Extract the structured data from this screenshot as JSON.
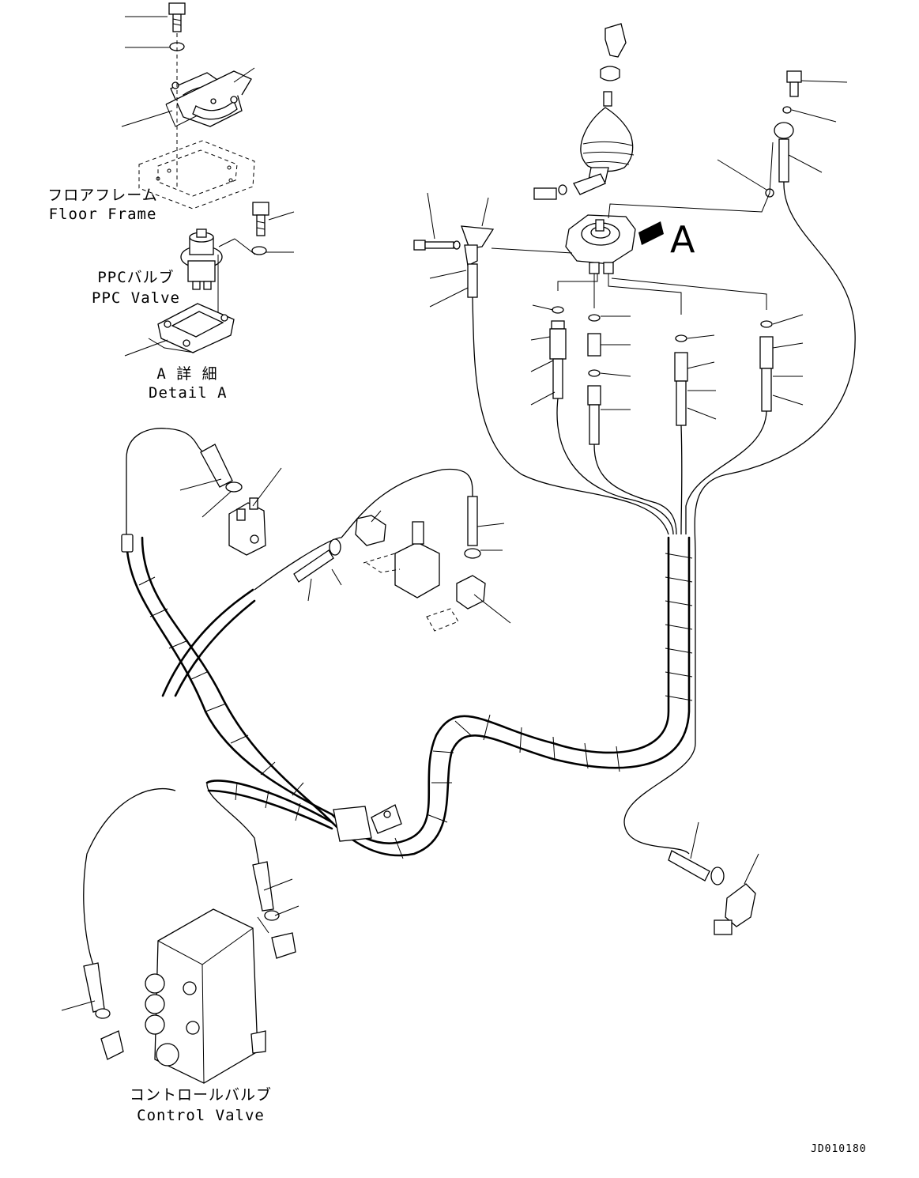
{
  "labels": {
    "floor_frame_jp": "フロアフレーム",
    "floor_frame_en": "Floor Frame",
    "ppc_valve_jp": "PPCバルブ",
    "ppc_valve_en": "PPC Valve",
    "detail_a_jp": "A 詳 細",
    "detail_a_en": "Detail A",
    "view_a": "A",
    "control_valve_jp": "コントロールバルブ",
    "control_valve_en": "Control Valve",
    "drawing_code": "JD010180"
  }
}
